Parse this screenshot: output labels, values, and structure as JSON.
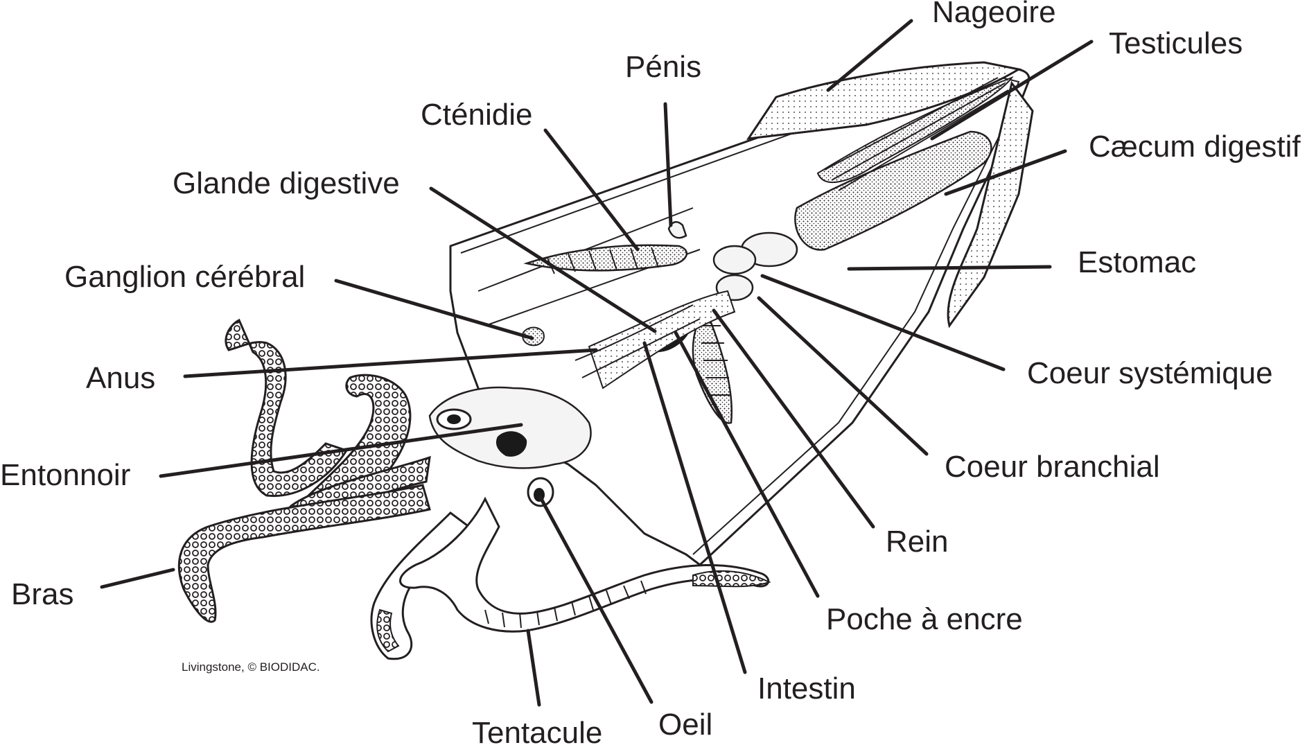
{
  "diagram": {
    "labels": {
      "nageoire": "Nageoire",
      "testicules": "Testicules",
      "penis": "Pénis",
      "cecum": "Cæcum digestif",
      "ctenidie": "Cténidie",
      "glande": "Glande digestive",
      "estomac": "Estomac",
      "ganglion": "Ganglion cérébral",
      "anus": "Anus",
      "coeur_systemique": "Coeur systémique",
      "entonnoir": "Entonnoir",
      "coeur_branchial": "Coeur branchial",
      "rein": "Rein",
      "bras": "Bras",
      "poche": "Poche à encre",
      "intestin": "Intestin",
      "oeil": "Oeil",
      "tentacule": "Tentacule"
    },
    "credit": "Livingstone, © BIODIDAC.",
    "colors": {
      "ink": "#231f20",
      "stipple": "#d9d9d9",
      "background": "#ffffff"
    }
  }
}
